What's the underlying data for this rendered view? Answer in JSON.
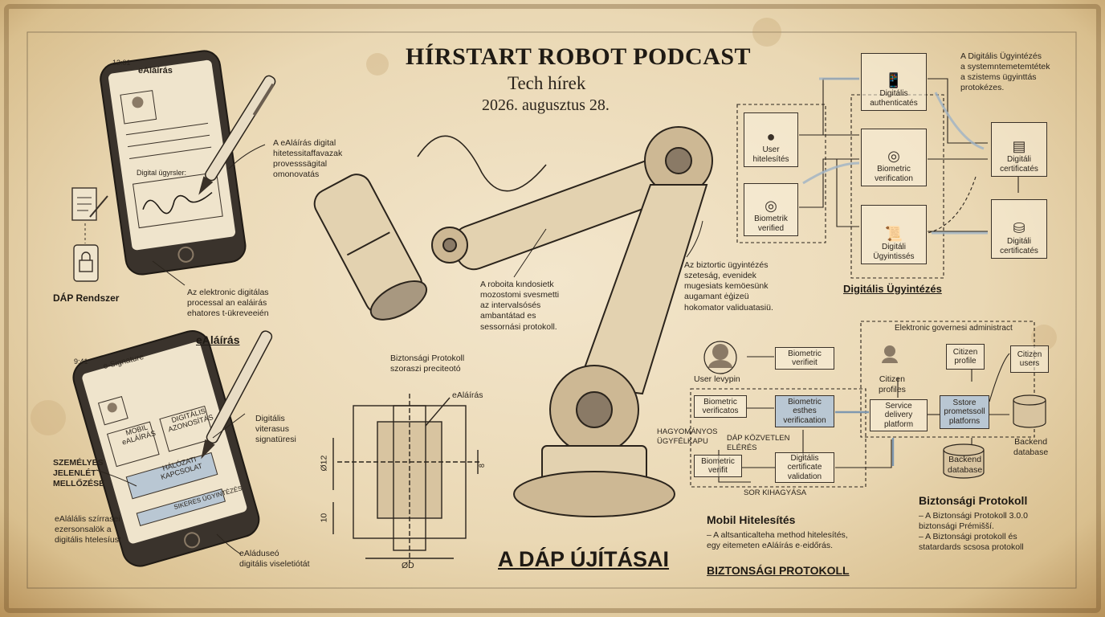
{
  "header": {
    "title": "HÍRSTART ROBOT PODCAST",
    "subtitle": "Tech hírek",
    "date": "2026. augusztus 28."
  },
  "main_title": "A DÁP ÚJÍTÁSAI",
  "left": {
    "phone1": {
      "time": "13:01",
      "screen_title": "eAláírás",
      "sig_label": "Digital ügyrsler:"
    },
    "note_ealairas": "A eAláírás digital\nhitetessitaffavazak\nprovesssägital\nomonovatás",
    "dap_label": "DÁP Rendszer",
    "note_elektronic": "Az elektronic digitálas\nprocessal an ealáirás\nehatores t-ükreveeién",
    "ealairas_heading": "eAláírás",
    "phone2": {
      "time": "9:41",
      "screen_title": "e-Signature",
      "btn_mobil": "MOBIL\neALÁÍRÁS",
      "btn_digitalis": "DIGITÁLIS\nAZONOSÍTÁS",
      "btn_halozati": "HÁLÓZATI\nKAPCSOLAT",
      "btn_sikeres": "SIKERES ÜGYINTÉZÉS"
    },
    "note_digitalis": "Digitális\nviterasus\nsignatüresi",
    "note_szemelyes": "SZEMÉLYES\nJELENLÉT\nMELLŐZÉSE",
    "note_ealalalis": "eAlálális szírrasei\nezersonsalök a\ndigitális htelesíust",
    "note_eladuseo": "eAláduseó\ndigitális viseletiótát"
  },
  "center": {
    "note_roboita": "A roboita kındosietk\nmozostomi svesmetti\naz intervalsósés\nambantátad es\nsessornási protokoll.",
    "note_biztonsagi": "Biztonsági Protokoll\nszoraszi preciteotó",
    "ealairas_small": "eAláírás",
    "dim_a": "Ø12",
    "dim_b": "10",
    "dim_c": "ØD",
    "dim_d": "8",
    "note_biztortic": "Az biztortic ügyintézés\nszeteság, evenidek\nmugesiats kemöesünk\naugamant ėģizeü\nhokomator validuatasiü."
  },
  "top_flow": {
    "heading": "Digitális Ügyintézés",
    "user": "User\nhitelesítés",
    "biometrik": "Biometrik\nverified",
    "auth": "Digitális\nauthenticatés",
    "bio_ver": "Biometric\nverification",
    "ugy": "Digitáli\nÜgyintissés",
    "cert1": "Digitáli\ncertificatés",
    "cert2": "Digitáli\ncertificatés",
    "note": "A Digitális Ügyintézés\na systemntemetemtétek\na szistems ügyinttás\nprotokézes."
  },
  "bottom_flow": {
    "admin_label": "Elektronic governesi administract",
    "user": "User levypin",
    "bio_verifieit": "Biometric\nverifieit",
    "bio_verificatos": "Biometric\nverificatos",
    "bio_esthes": "Biometric\nesthes\nverificaation",
    "bio_verifit": "Biometric\nverifit",
    "cert_validation": "Digitális\ncertificate\nvalidation",
    "service": "Service\ndelivery\nplatform",
    "store": "Sstore\nprometssoll\nplatforns",
    "citizen_profiles": "Citizen\nprofiles",
    "citizen_profile": "Citizen\nprofile",
    "citizen_users": "Citizen\nusers",
    "backend1": "Backend\ndatabase",
    "backend2": "Backend\ndatabase",
    "hagyomanyos": "HAGYOMÁNYOS\nÜGYFÉLKAPU",
    "dap_kozvetlen": "DÁP KÖZVETLEN\nELÉRÉS",
    "sor": "SOR KIHAGYÁSA"
  },
  "bottom_text": {
    "mobil_heading": "Mobil Hitelesítés",
    "mobil_body": "– A altsanticalteha method hitelesítés,\n   egy eitemeten eAláírás e·eidőrás.",
    "bizt_caps": "BIZTONSÁGI PROTOKOLL",
    "bizt_heading": "Biztonsági Protokoll",
    "bizt_body": "– A Biztonsági Protokoll 3.0.0\n   biztonsági Prémišší.\n– A Biztonsági protokoll és\n   statardards scsosa protokoll"
  }
}
